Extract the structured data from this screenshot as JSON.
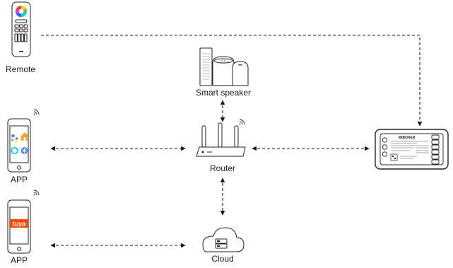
{
  "nodes": {
    "remote": {
      "label": "Remote"
    },
    "smart_speaker": {
      "label": "Smart speaker"
    },
    "router": {
      "label": "Router"
    },
    "app_top": {
      "label": "APP"
    },
    "app_bottom": {
      "label": "APP",
      "brand": "tuya"
    },
    "cloud": {
      "label": "Cloud"
    },
    "controller": {
      "brand_text": "MiBOXER"
    }
  },
  "colors": {
    "line": "#1a1a1a",
    "device_outline": "#222222",
    "tuya_orange": "#ff4800",
    "alexa_cyan": "#00caff",
    "home_orange": "#f6a623",
    "google_blue": "#4285f4",
    "google_red": "#ea4335",
    "google_yellow": "#fbbc05",
    "google_green": "#34a853"
  },
  "icons": [
    "color-wheel-icon",
    "wifi-icon",
    "google-assistant-icon",
    "home-icon",
    "alexa-icon",
    "snowflake-icon",
    "tuya-logo-icon",
    "server-icon"
  ]
}
